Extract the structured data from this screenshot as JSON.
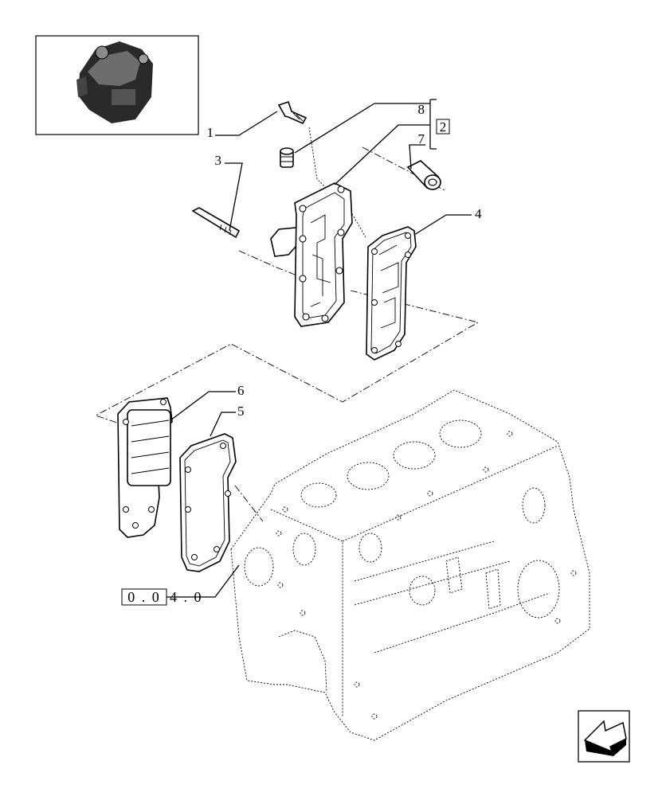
{
  "callouts": {
    "c1": "1",
    "c2": "2",
    "c3": "3",
    "c4": "4",
    "c5": "5",
    "c6": "6",
    "c7": "7",
    "c8": "8"
  },
  "reference": {
    "boxed": "0 . 0",
    "rest": "4 . 0"
  },
  "icons": {
    "thumbnail": "engine-thumbnail-icon",
    "nav": "arrow-back-icon"
  }
}
